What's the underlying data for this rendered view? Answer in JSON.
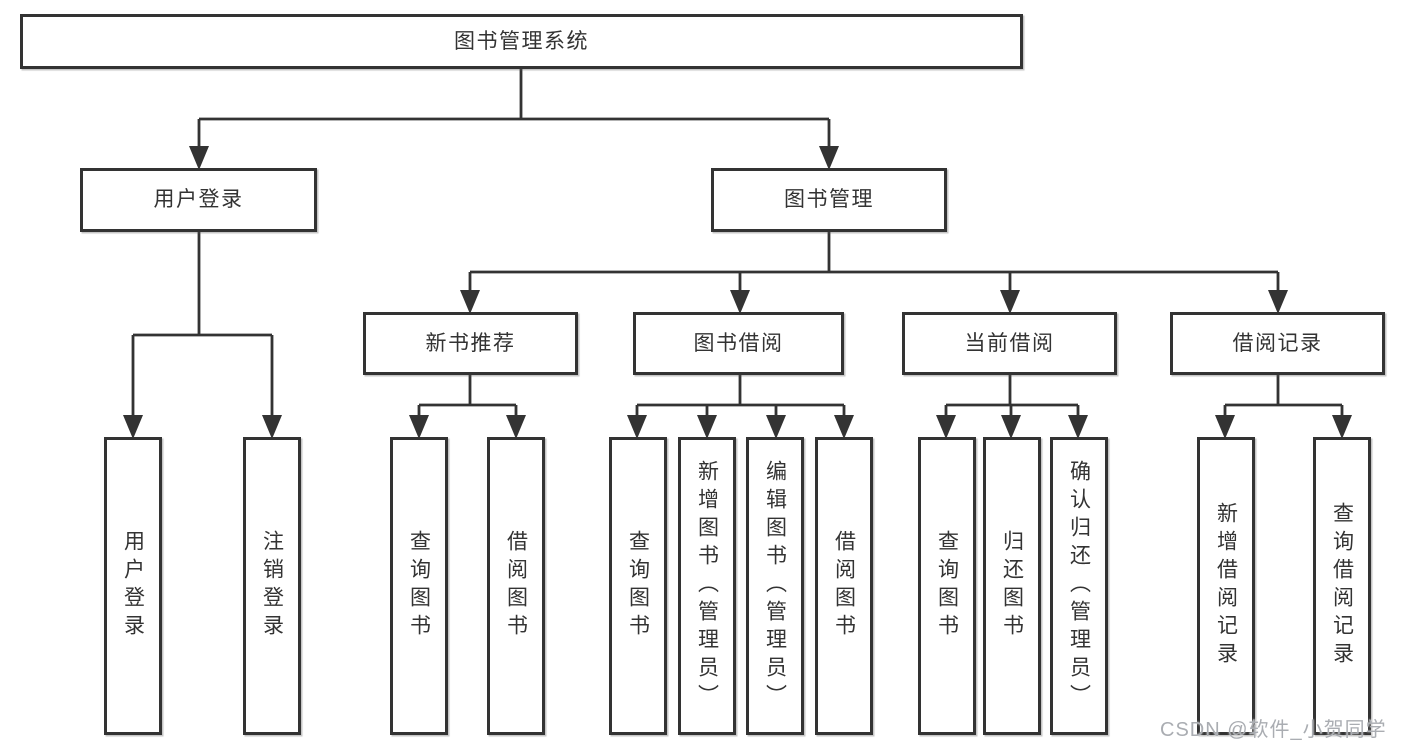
{
  "diagram": {
    "tree": {
      "root": {
        "label": "图书管理系统"
      },
      "children": [
        {
          "label": "用户登录",
          "children": [
            {
              "label": "用户登录"
            },
            {
              "label": "注销登录"
            }
          ]
        },
        {
          "label": "图书管理",
          "children": [
            {
              "label": "新书推荐",
              "children": [
                {
                  "label": "查询图书"
                },
                {
                  "label": "借阅图书"
                }
              ]
            },
            {
              "label": "图书借阅",
              "children": [
                {
                  "label": "查询图书"
                },
                {
                  "label": "新增图书（管理员）"
                },
                {
                  "label": "编辑图书（管理员）"
                },
                {
                  "label": "借阅图书"
                }
              ]
            },
            {
              "label": "当前借阅",
              "children": [
                {
                  "label": "查询图书"
                },
                {
                  "label": "归还图书"
                },
                {
                  "label": "确认归还（管理员）"
                }
              ]
            },
            {
              "label": "借阅记录",
              "children": [
                {
                  "label": "新增借阅记录"
                },
                {
                  "label": "查询借阅记录"
                }
              ]
            }
          ]
        }
      ]
    }
  },
  "watermark": {
    "text": "CSDN @软件_小贺同学"
  },
  "colors": {
    "line": "#333333",
    "text": "#333333",
    "box_background": "#ffffff",
    "watermark": "#aaadb2",
    "background": "#ffffff"
  }
}
